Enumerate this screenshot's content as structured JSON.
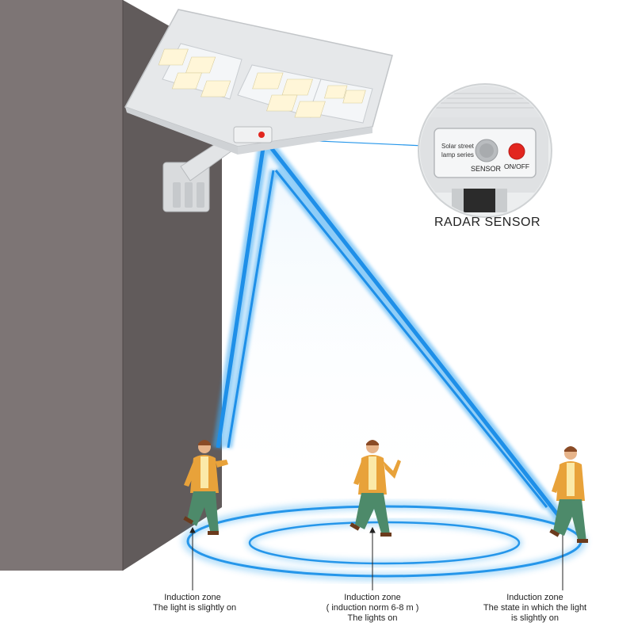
{
  "sensor_panel": {
    "label_line1": "Solar street",
    "label_line2": "lamp series",
    "sensor_label": "SENSOR",
    "switch_label": "ON/OFF"
  },
  "radar_title": "RADAR SENSOR",
  "zones": [
    {
      "lines": [
        "Induction zone",
        "The light is slightly on"
      ]
    },
    {
      "lines": [
        "Induction zone",
        "( induction norm 6-8 m )",
        "The lights on"
      ]
    },
    {
      "lines": [
        "Induction zone",
        "The state in which the light",
        "is slightly on"
      ]
    }
  ],
  "colors": {
    "wall_front": "#7d7575",
    "wall_side": "#5c5656",
    "beam": "#1e8fe8",
    "ring": "#2aa3ef",
    "lamp_body": "#e4e6e8",
    "switch_red": "#e2261f",
    "jacket": "#e8a23a",
    "pants": "#4d8a6a"
  }
}
